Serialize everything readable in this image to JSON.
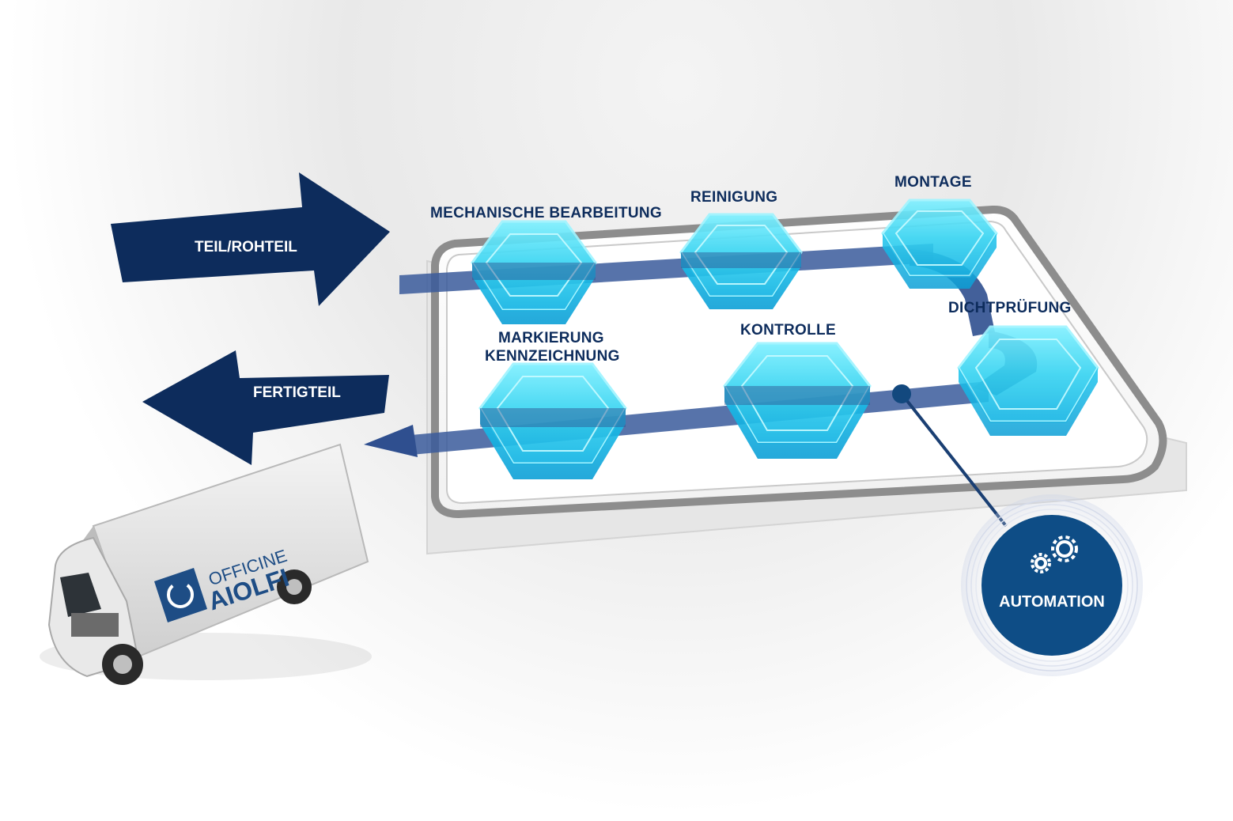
{
  "flow_in": {
    "label": "TEIL/ROHTEIL"
  },
  "flow_out": {
    "label": "FERTIGTEIL"
  },
  "stations": {
    "machining": "MECHANISCHE BEARBEITUNG",
    "cleaning": "REINIGUNG",
    "assembly": "MONTAGE",
    "leak_test": "DICHTPRÜFUNG",
    "inspection": "KONTROLLE",
    "marking_line1": "MARKIERUNG",
    "marking_line2": "KENNZEICHNUNG"
  },
  "automation": {
    "label": "AUTOMATION",
    "icon": "gears-icon"
  },
  "truck": {
    "brand_top": "OFFICINE",
    "brand_bottom": "AIOLFI"
  },
  "colors": {
    "navy": "#0d2c5c",
    "flow_band": "#2f4f8f",
    "station": "#35d6f2",
    "automation": "#0e4d86"
  }
}
